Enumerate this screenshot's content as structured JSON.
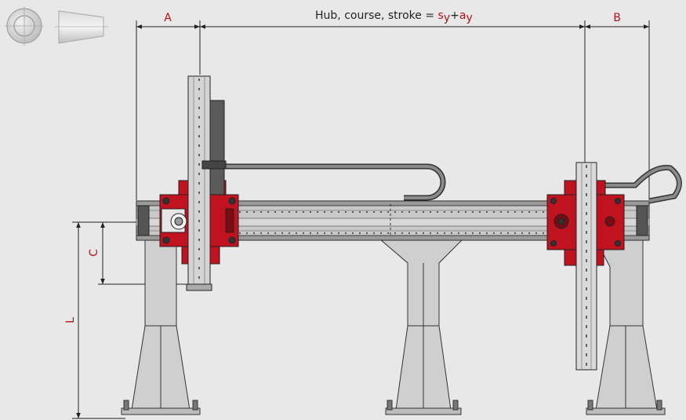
{
  "dimensions": {
    "a": "A",
    "b": "B",
    "c": "C",
    "l": "L",
    "stroke_caption": "Hub, course, stroke = ",
    "stroke_s": "s",
    "stroke_y1": "y",
    "stroke_plus": "+",
    "stroke_a": "a",
    "stroke_y2": "y"
  },
  "colors": {
    "background": "#e8e8e8",
    "red": "#c1121f",
    "dimension_text": "#b5121b",
    "steel": "#c9c9c9",
    "outline": "#222222"
  },
  "icons": [
    "circle-end-view-icon",
    "tapered-side-view-icon"
  ]
}
